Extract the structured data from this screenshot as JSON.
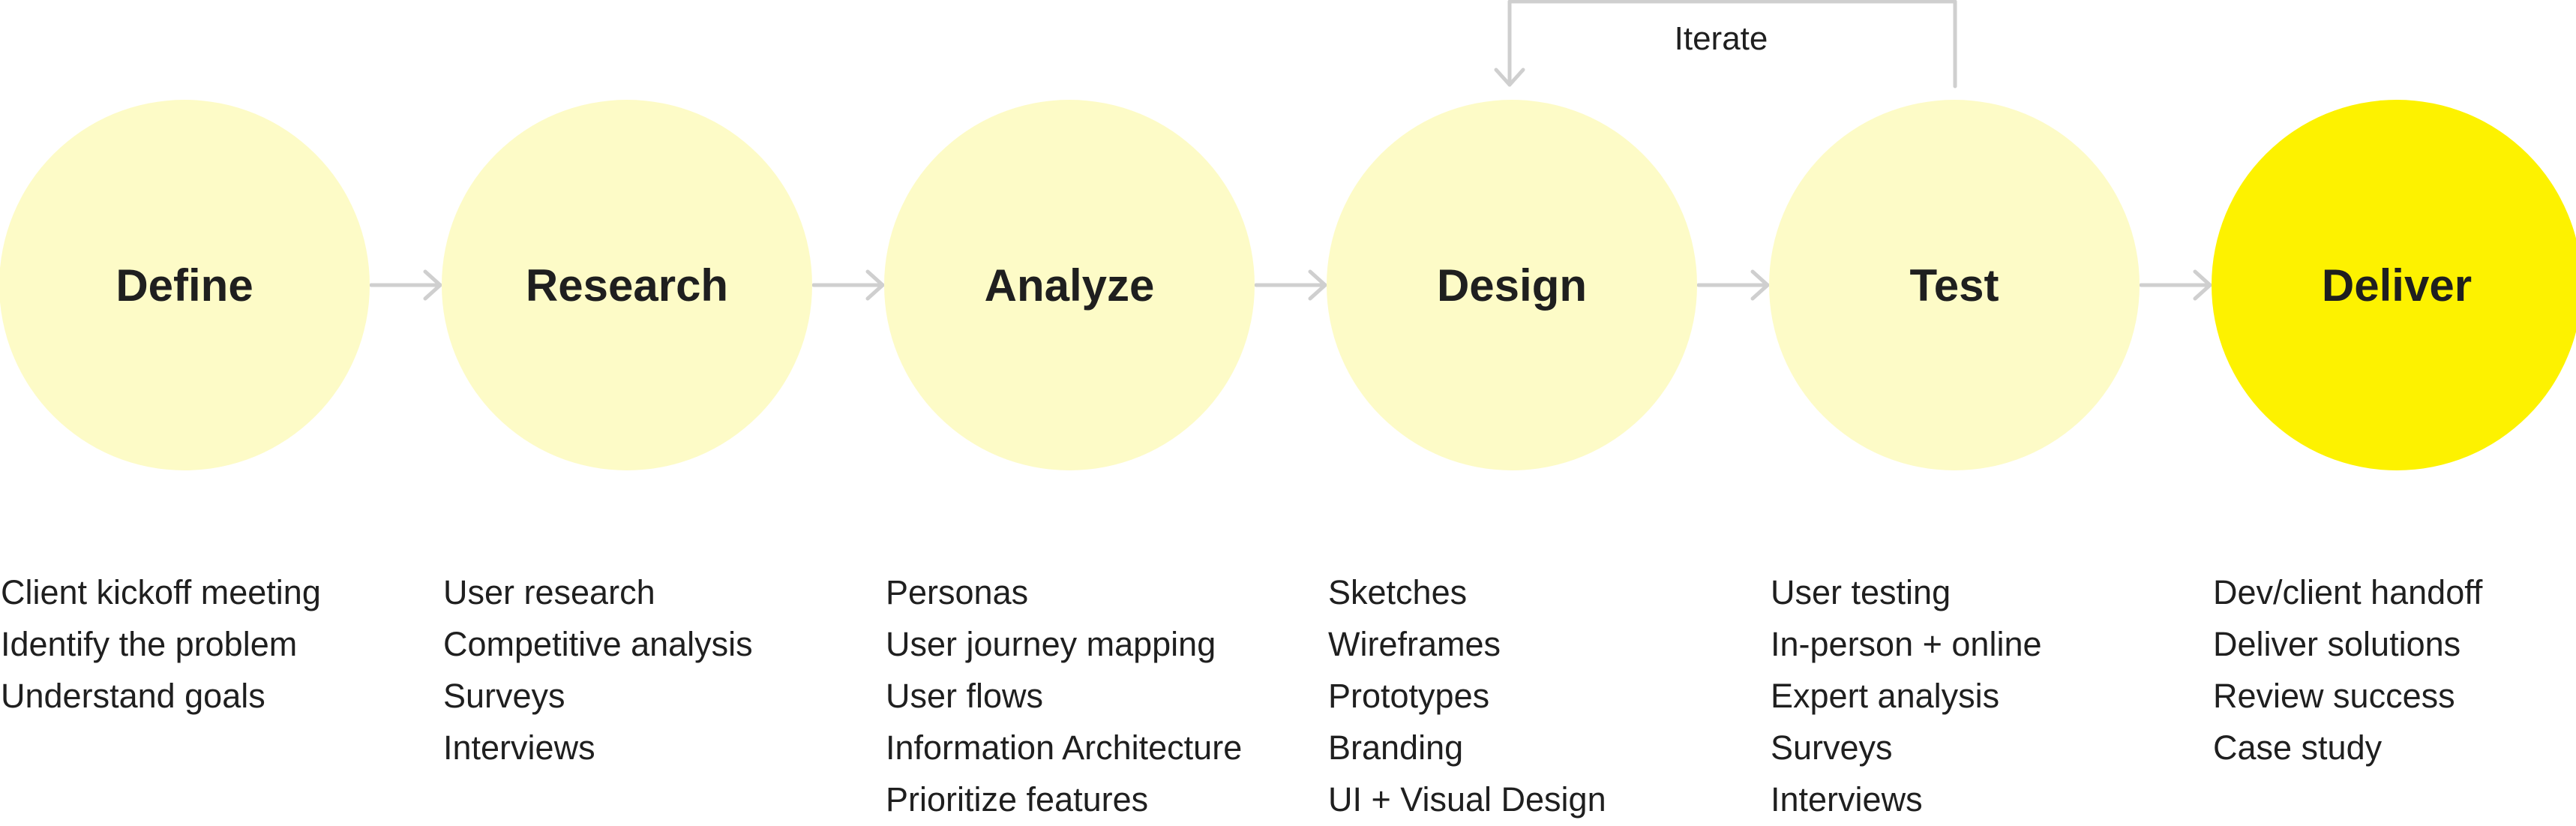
{
  "loop": {
    "label": "Iterate"
  },
  "colors": {
    "stage_fill": "#fdfbc7",
    "highlight_fill": "#fdf200",
    "connector": "#cfcfcf",
    "text": "#1f1f1f"
  },
  "stages": [
    {
      "title": "Define",
      "highlighted": false,
      "items": [
        "Client kickoff meeting",
        "Identify the problem",
        "Understand goals"
      ]
    },
    {
      "title": "Research",
      "highlighted": false,
      "items": [
        "User research",
        "Competitive analysis",
        "Surveys",
        "Interviews"
      ]
    },
    {
      "title": "Analyze",
      "highlighted": false,
      "items": [
        "Personas",
        "User journey mapping",
        "User flows",
        "Information Architecture",
        "Prioritize features"
      ]
    },
    {
      "title": "Design",
      "highlighted": false,
      "items": [
        "Sketches",
        "Wireframes",
        "Prototypes",
        "Branding",
        "UI + Visual Design"
      ]
    },
    {
      "title": "Test",
      "highlighted": false,
      "items": [
        "User testing",
        "In-person + online",
        "Expert analysis",
        "Surveys",
        "Interviews"
      ]
    },
    {
      "title": "Deliver",
      "highlighted": true,
      "items": [
        "Dev/client handoff",
        "Deliver solutions",
        "Review success",
        "Case study"
      ]
    }
  ]
}
